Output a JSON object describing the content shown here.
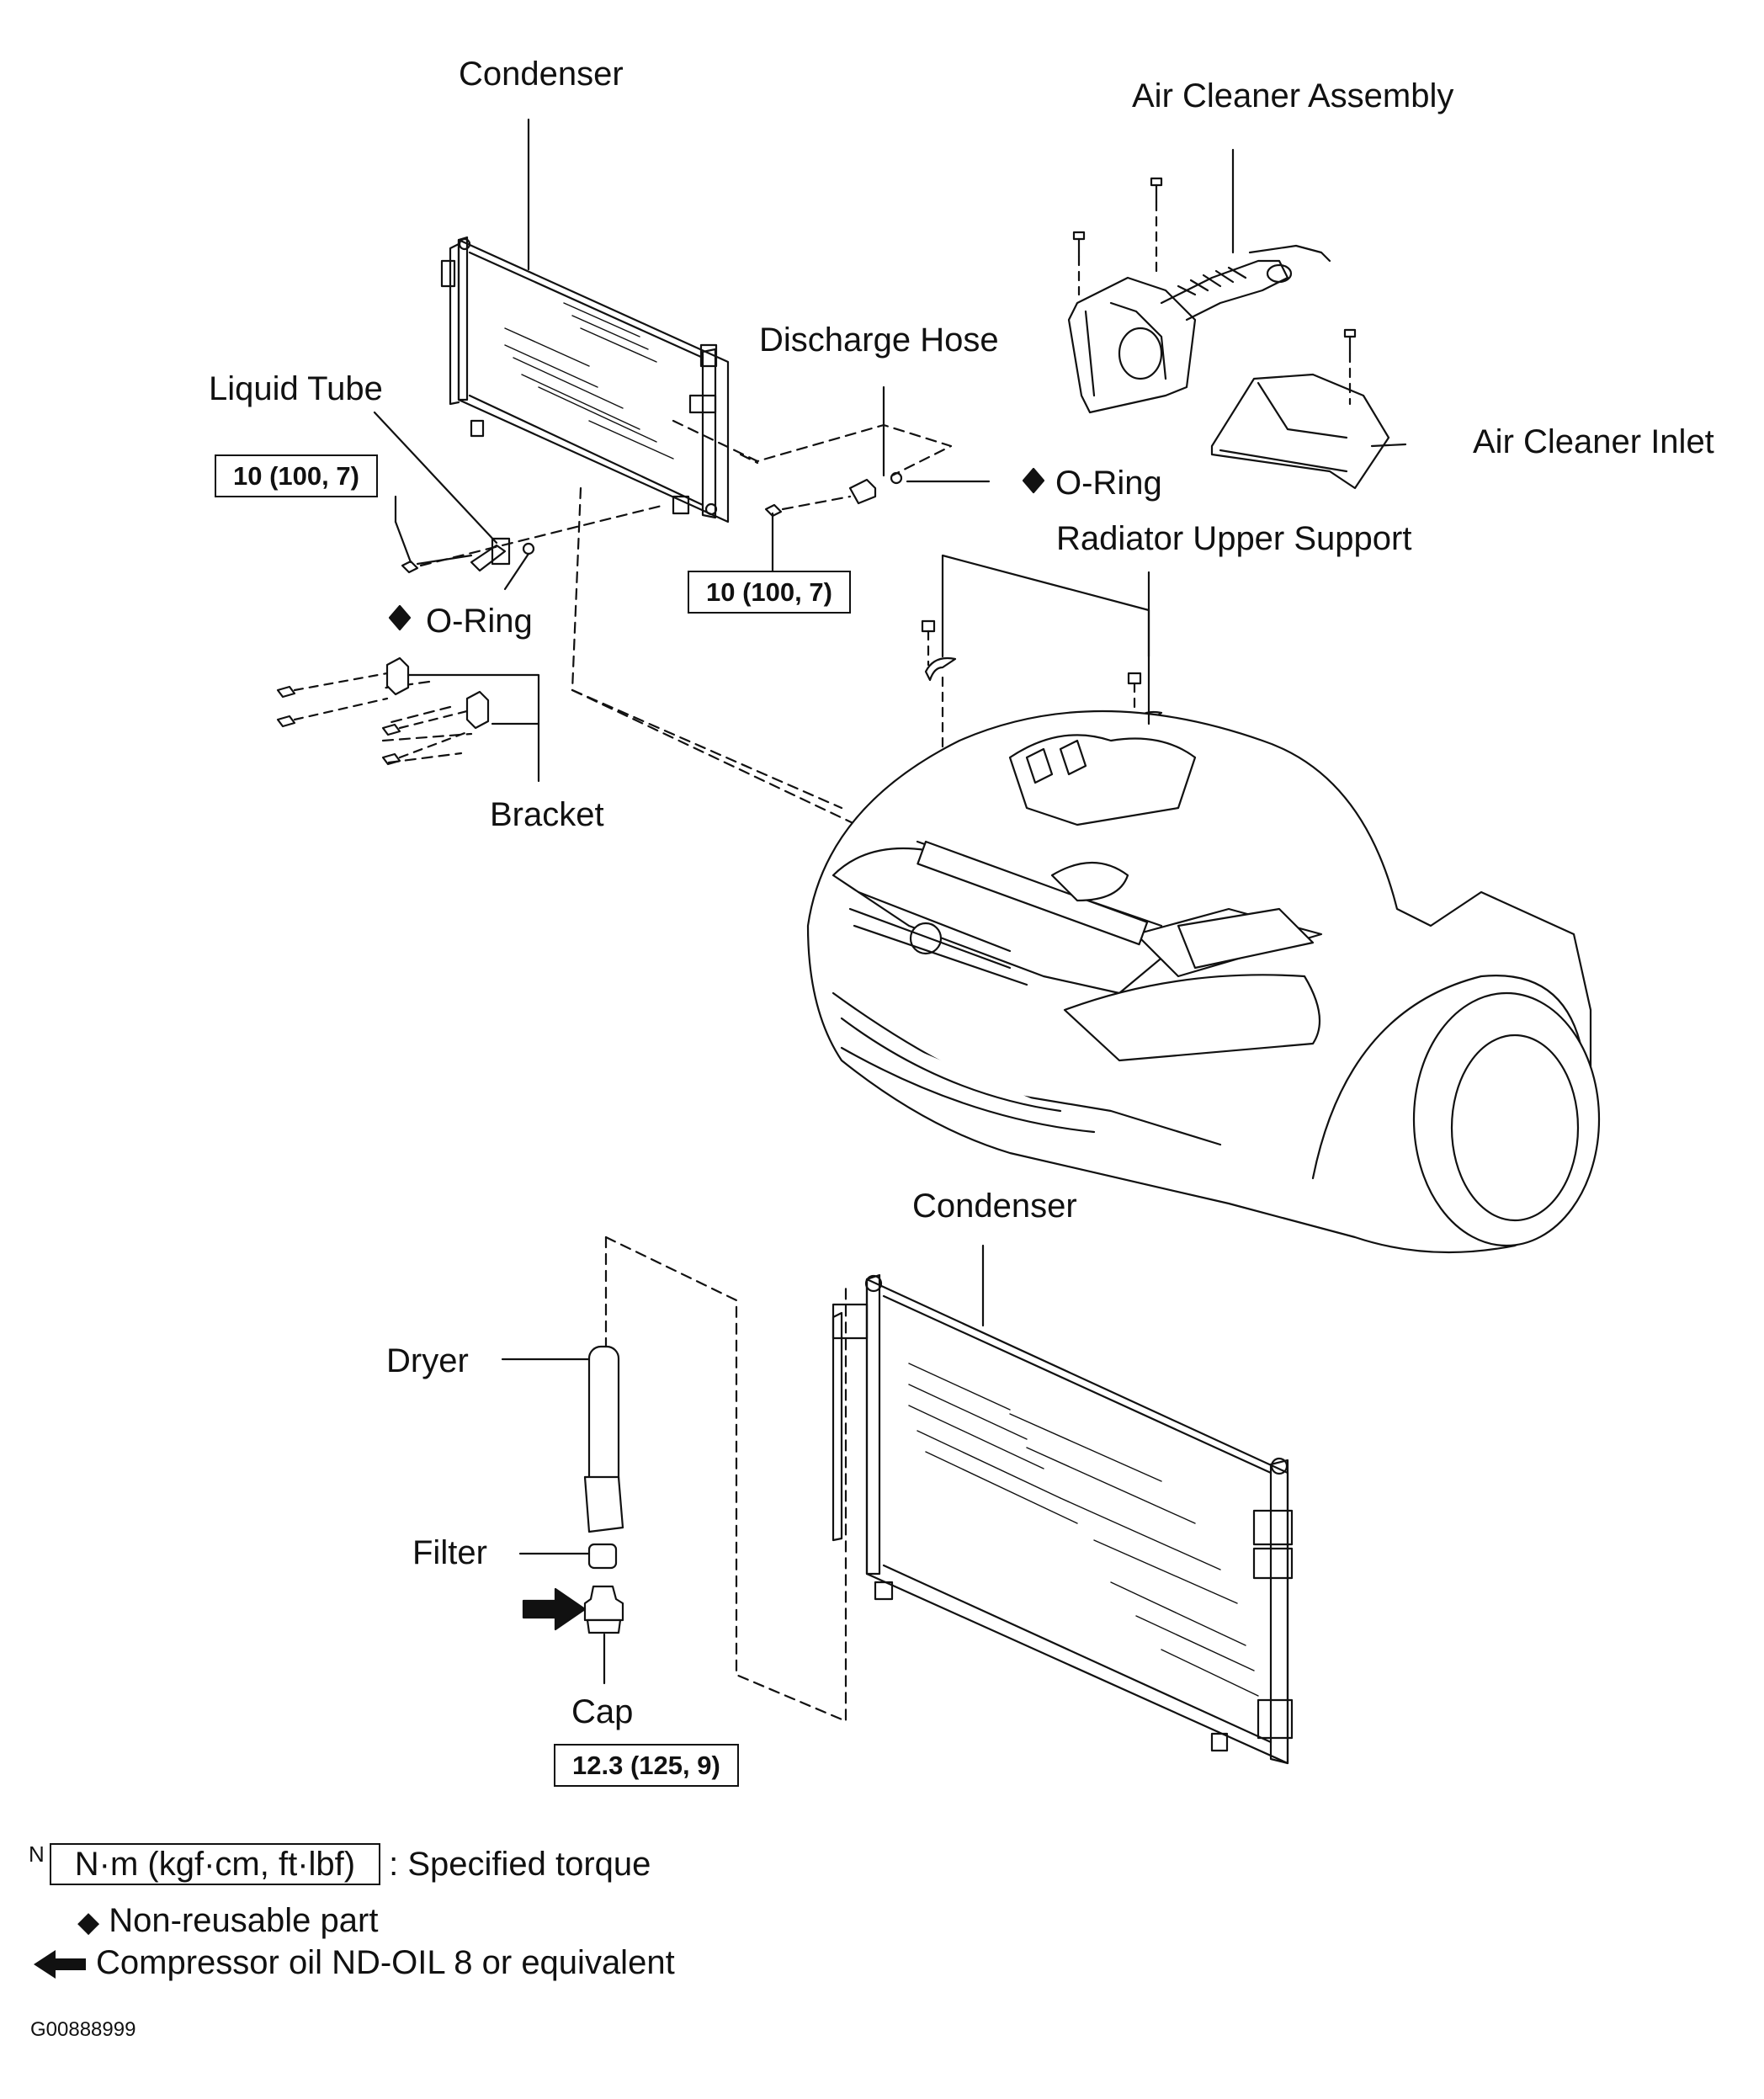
{
  "labels": {
    "condenser_top": "Condenser",
    "air_cleaner_assembly": "Air Cleaner Assembly",
    "discharge_hose": "Discharge Hose",
    "liquid_tube": "Liquid Tube",
    "air_cleaner_inlet": "Air Cleaner Inlet",
    "o_ring_right": "O-Ring",
    "radiator_upper_support": "Radiator Upper Support",
    "o_ring_left": "O-Ring",
    "bracket": "Bracket",
    "condenser_bottom": "Condenser",
    "dryer": "Dryer",
    "filter": "Filter",
    "cap": "Cap"
  },
  "torques": {
    "liquid_tube_bolt": "10 (100, 7)",
    "discharge_hose_bolt": "10 (100, 7)",
    "cap": "12.3 (125, 9)"
  },
  "legend": {
    "n_symbol": "N",
    "torque_units": "N·m (kgf·cm, ft·lbf)",
    "torque_desc": ": Specified torque",
    "diamond_desc": "Non-reusable part",
    "arrow_desc": "Compressor oil ND-OIL 8 or equivalent"
  },
  "figure_code": "G00888999",
  "icons": {
    "diamond": "diamond-icon",
    "arrow": "oil-arrow-icon"
  }
}
